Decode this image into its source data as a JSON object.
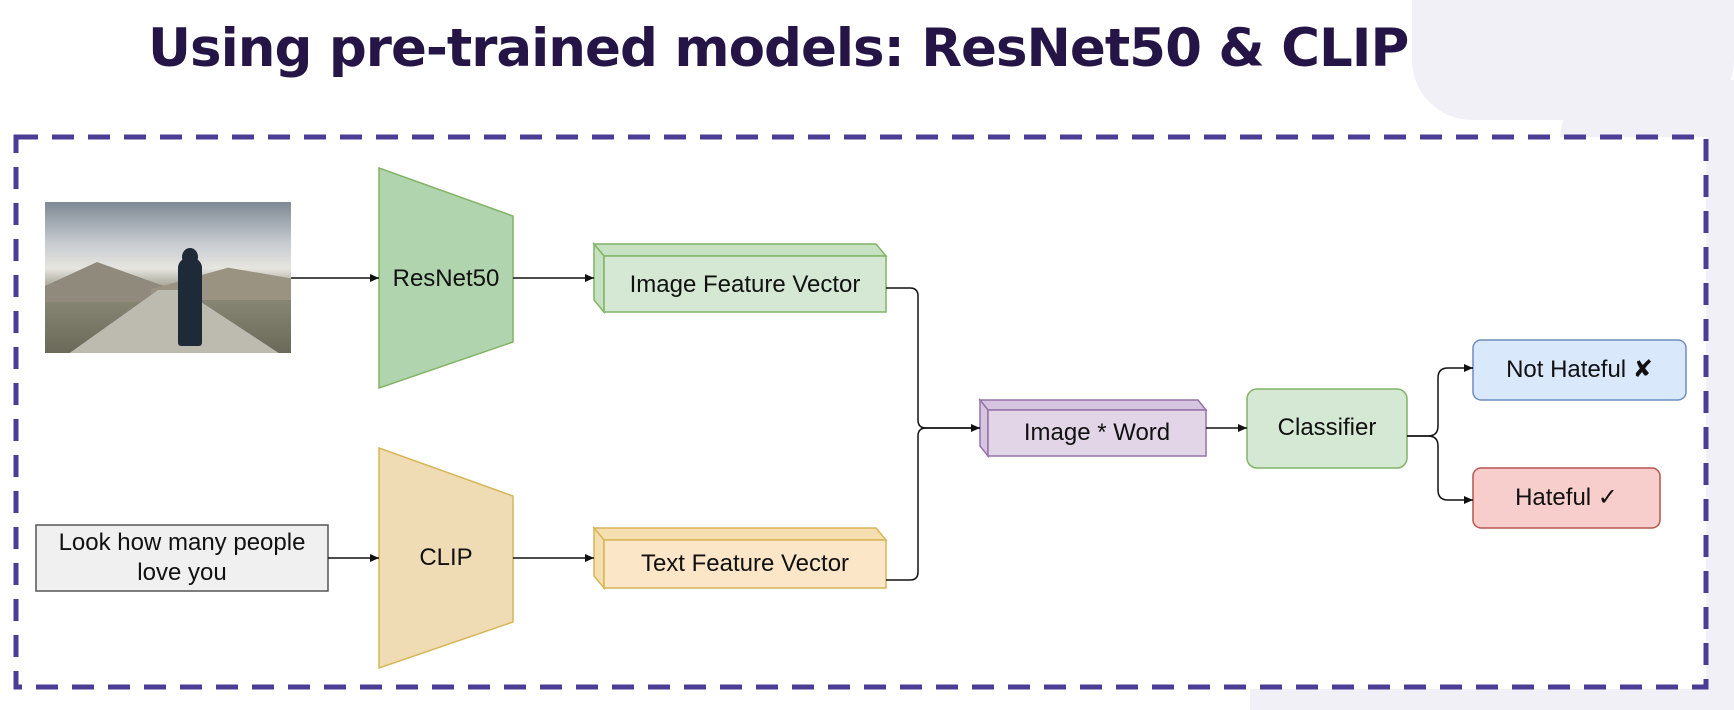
{
  "slide": {
    "title": "Using pre-trained models: ResNet50 & CLIP"
  },
  "diagram": {
    "image_input_alt": "photo",
    "text_input": [
      "Look how many people",
      "love you"
    ],
    "resnet": "ResNet50",
    "clip": "CLIP",
    "image_vector": "Image Feature Vector",
    "text_vector": "Text Feature Vector",
    "fusion": "Image * Word",
    "classifier": "Classifier",
    "not_hateful": "Not Hateful ✘",
    "hateful": "Hateful ✓"
  },
  "colors": {
    "title": "#241546",
    "frame_dash": "#4b3c96",
    "green_fill": "#b0d4ae",
    "green_stroke": "#82b366",
    "orange_fill": "#f0dcb4",
    "orange_stroke": "#d6b656",
    "purple_fill": "#e1d5e7",
    "purple_stroke": "#9673a6",
    "blue_fill": "#dae8fc",
    "blue_stroke": "#6c8ebf",
    "red_fill": "#f8cecc",
    "red_stroke": "#b85450",
    "gray_fill": "#f0f0f0"
  }
}
